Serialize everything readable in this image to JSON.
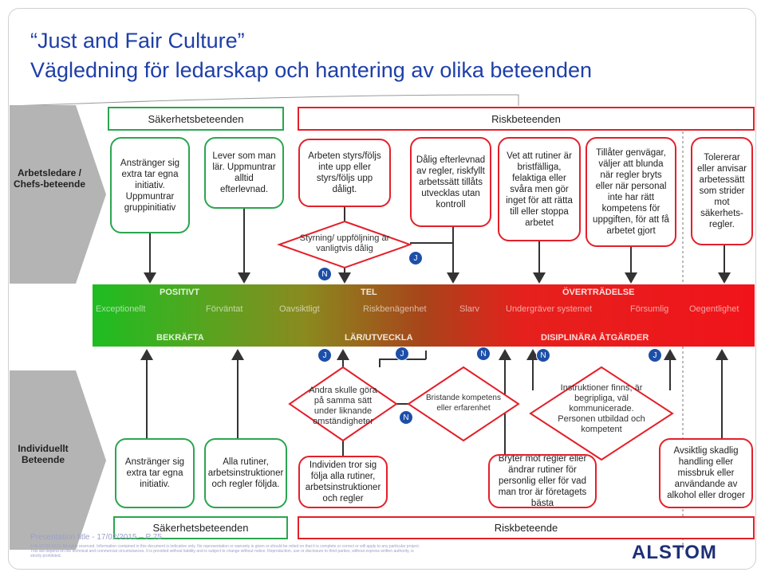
{
  "title": {
    "line1": "“Just and Fair Culture”",
    "line2": "Vägledning för ledarskap och hantering av olika beteenden"
  },
  "side_labels": {
    "top": "Arbetsledare / Chefs-beteende",
    "bottom": "Individuellt Beteende"
  },
  "headers": {
    "top_safe": "Säkerhetsbeteenden",
    "top_risk": "Riskbeteenden",
    "bottom_safe": "Säkerhetsbeteenden",
    "bottom_risk": "Riskbeteende"
  },
  "leader_boxes": [
    "Anstränger sig extra tar egna initiativ. Uppmuntrar gruppinitiativ",
    "Lever som man lär. Uppmuntrar alltid efterlevnad.",
    "Arbeten styrs/följs inte upp eller styrs/följs upp dåligt.",
    "Dålig efterlevnad av regler, riskfyllt arbetssätt tillåts utvecklas utan kontroll",
    "Vet att rutiner är bristfälliga, felaktiga eller svåra men gör inget för att rätta till eller stoppa arbetet",
    "Tillåter genvägar, väljer att blunda när regler bryts eller när personal inte har rätt kompetens för uppgiften, för att få arbetet gjort",
    "Tolererar eller anvisar arbetessätt som strider mot säkerhets-regler."
  ],
  "individual_boxes": [
    "Anstränger sig extra tar egna initiativ.",
    "Alla rutiner, arbetsinstruktioner och regler följda.",
    "Individen tror sig följa alla rutiner, arbetsinstruktioner och regler",
    "Bryter mot regler eller ändrar rutiner för personlig eller för vad man tror är företagets bästa",
    "Avsiktlig skadlig handling eller missbruk eller användande av alkohol eller droger"
  ],
  "decisions": {
    "d1": "Styrning/ uppföljning är vanligtvis dålig",
    "d2": "Andra skulle göra på samma sätt under liknande omständigheter",
    "d3": "Bristande kompetens eller erfarenhet",
    "d4": "Instruktioner finns, är begripliga, väl kommunicerade. Personen utbildad och kompetent"
  },
  "band": {
    "positivt": "POSITIVT",
    "exceptionellt": "Exceptionellt",
    "forvantat": "Förväntat",
    "tel": "TEL",
    "oavsiktligt": "Oavsiktligt",
    "riskbenagenhet": "Riskbenägenhet",
    "overtradelse": "ÖVERTRÄDELSE",
    "slarv": "Slarv",
    "undergraver": "Undergräver systemet",
    "forsumlig": "Försumlig",
    "oegentlighet": "Oegentlighet",
    "bekrafta": "BEKRÄFTA",
    "lar": "LÄR/UTVECKLA",
    "disciplin": "DISIPLINÄRA ÅTGÄRDER"
  },
  "markers": {
    "j": "J",
    "n": "N"
  },
  "footer": {
    "line1": "Presentation title - 17/02/2015 – P 75",
    "line2": "© ALSTOM 2013. All rights reserved. Information contained in this document is indicative only. No representation or warranty is given or should be relied on that it is complete or correct or will apply to any particular project. This will depend on the technical and commercial circumstances. It is provided without liability and is subject to change without notice. Reproduction, use or disclosure to third parties, without express written authority, is strictly prohibited.",
    "logo": "ALSTOM"
  },
  "colors": {
    "green": "#2ba54f",
    "red": "#e3202a",
    "blue": "#1e3fa8",
    "circle": "#1d4fa8"
  }
}
